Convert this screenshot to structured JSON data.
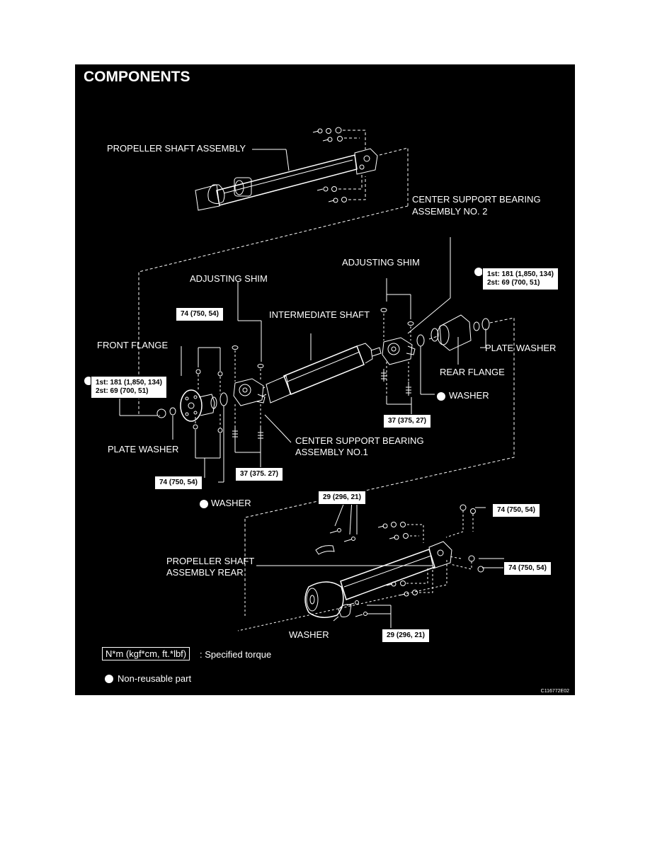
{
  "title": "COMPONENTS",
  "labels": {
    "propeller_shaft_assembly": "PROPELLER SHAFT ASSEMBLY",
    "center_bearing_no2_line1": "CENTER SUPPORT BEARING",
    "center_bearing_no2_line2": "ASSEMBLY NO. 2",
    "adjusting_shim_left": "ADJUSTING SHIM",
    "adjusting_shim_right": "ADJUSTING SHIM",
    "intermediate_shaft": "INTERMEDIATE SHAFT",
    "front_flange": "FRONT FLANGE",
    "plate_washer_left": "PLATE WASHER",
    "plate_washer_right": "PLATE WASHER",
    "rear_flange": "REAR FLANGE",
    "washer_mid": "WASHER",
    "washer_left": "WASHER",
    "washer_bottom": "WASHER",
    "center_bearing_no1_line1": "CENTER SUPPORT BEARING",
    "center_bearing_no1_line2": "ASSEMBLY NO.1",
    "propeller_shaft_rear_line1": "PROPELLER SHAFT",
    "propeller_shaft_rear_line2": "ASSEMBLY REAR"
  },
  "torques": {
    "t_front_top": "74 (750, 54)",
    "t_front_bottom": "74 (750, 54)",
    "t_left_line1": "1st: 181 (1,850, 134)",
    "t_left_line2": "2st: 69 (700, 51)",
    "t_right_line1": "1st: 181 (1,850, 134)",
    "t_right_line2": "2st: 69 (700, 51)",
    "t_center1": "37 (375. 27)",
    "t_center2": "37 (375, 27)",
    "t_rear_top": "29 (296, 21)",
    "t_rear_bottom": "29 (296, 21)",
    "t_rear_right_top": "74 (750, 54)",
    "t_rear_right_mid": "74 (750, 54)"
  },
  "legend": {
    "torque_units": "N*m (kgf*cm, ft.*lbf)",
    "torque_desc": ": Specified torque",
    "nonreusable_desc": "Non-reusable part"
  },
  "figure_code": "C116772E02"
}
